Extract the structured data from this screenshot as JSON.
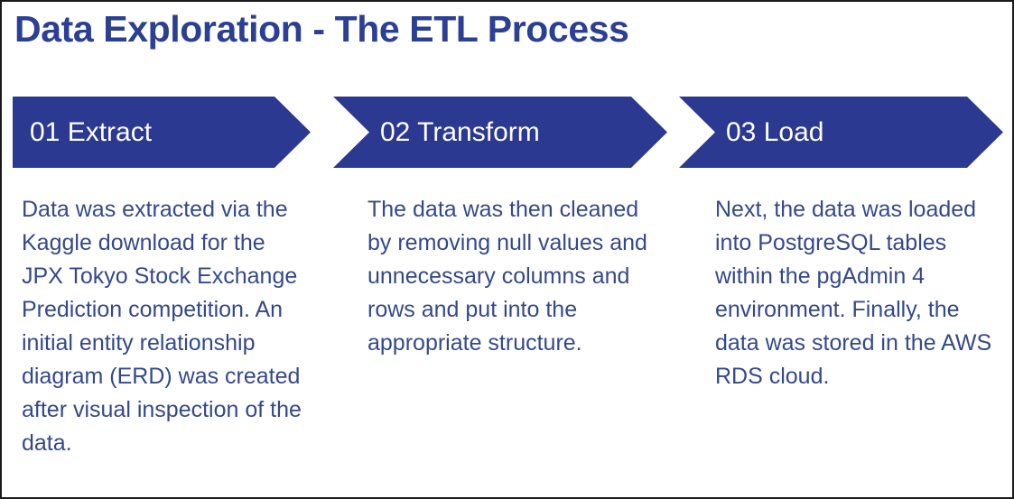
{
  "slide": {
    "title": "Data Exploration - The ETL Process",
    "accent_color": "#2b3990",
    "title_color": "#2b3f93",
    "body_color": "#34498c",
    "border_color": "#1a1a1a",
    "background_color": "#ffffff"
  },
  "steps": [
    {
      "number": "01",
      "name": "Extract",
      "banner_label": "01 Extract",
      "body": "Data was extracted via the Kaggle download for the JPX Tokyo Stock Exchange Prediction competition.  An initial entity relationship diagram (ERD) was created after visual inspection of the data."
    },
    {
      "number": "02",
      "name": "Transform",
      "banner_label": "02 Transform",
      "body": "The data was then cleaned by removing null values and unnecessary columns and rows and put into the appropriate structure."
    },
    {
      "number": "03",
      "name": "Load",
      "banner_label": "03 Load",
      "body": "Next, the data was loaded into PostgreSQL tables within the pgAdmin 4 environment.  Finally, the data was stored in the AWS RDS cloud."
    }
  ]
}
